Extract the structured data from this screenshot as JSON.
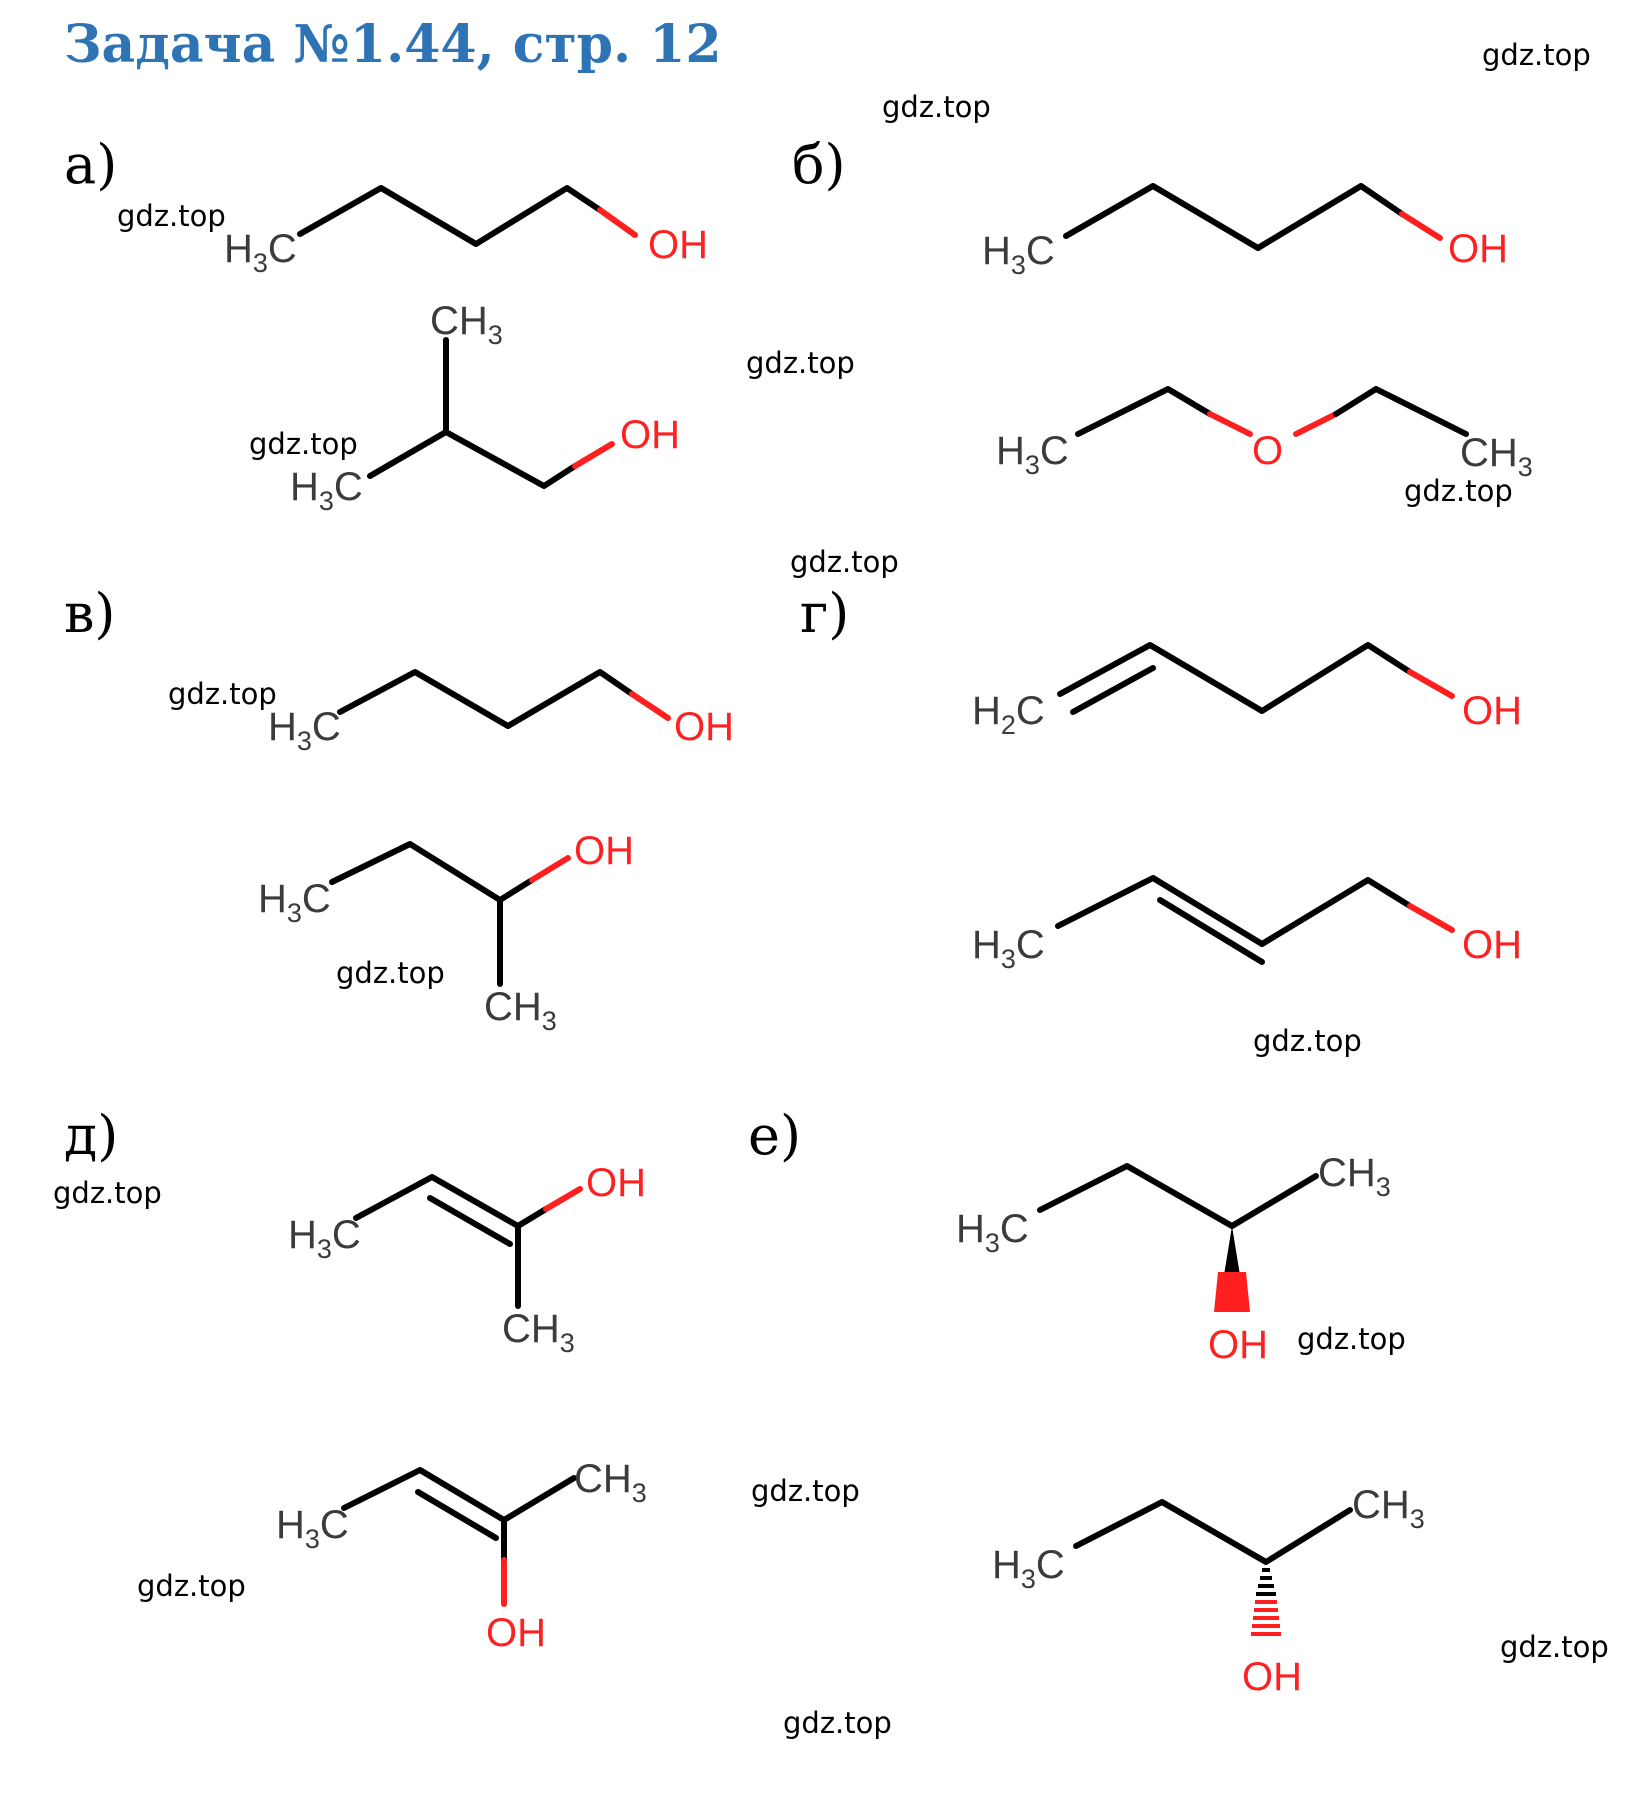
{
  "title": "Задача №1.44, стр. 12",
  "watermark": "gdz.top",
  "panels": {
    "a": {
      "label": "а)"
    },
    "b": {
      "label": "б)"
    },
    "v": {
      "label": "в)"
    },
    "g": {
      "label": "г)"
    },
    "d": {
      "label": "д)"
    },
    "e": {
      "label": "е)"
    }
  },
  "atoms": {
    "c": "C",
    "h": "H",
    "o": "O",
    "oh": "OH",
    "ch": "CH",
    "sub2": "2",
    "sub3": "3"
  },
  "colors": {
    "title": "#2e74b5",
    "oxygen": "#ff2121",
    "bond": "#000000"
  }
}
